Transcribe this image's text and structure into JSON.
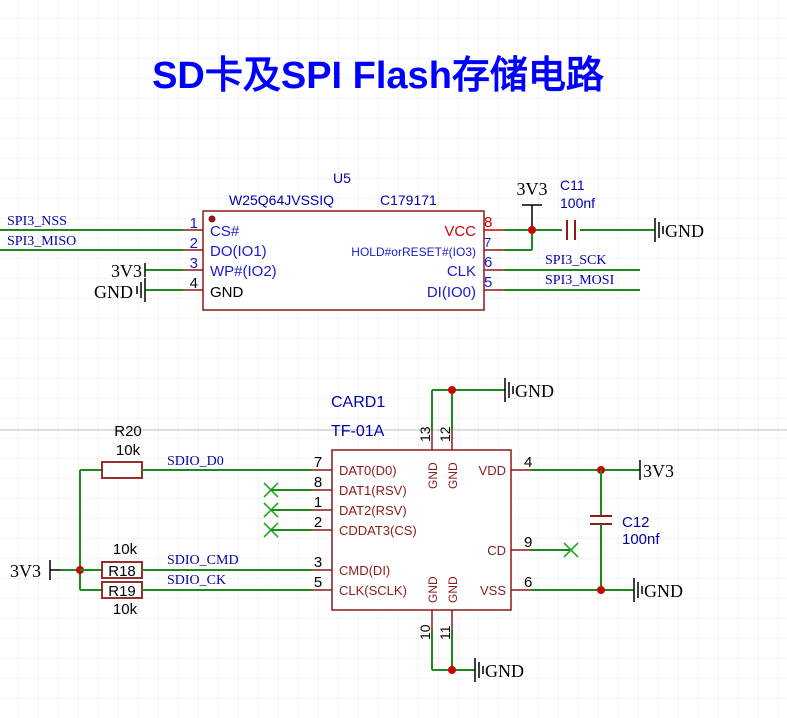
{
  "title": "SD卡及SPI Flash存储电路",
  "flash": {
    "ref": "U5",
    "part": "W25Q64JVSSIQ",
    "lcsc": "C179171",
    "pins": [
      {
        "num": "1",
        "name": "CS#"
      },
      {
        "num": "2",
        "name": "DO(IO1)"
      },
      {
        "num": "3",
        "name": "WP#(IO2)"
      },
      {
        "num": "4",
        "name": "GND"
      },
      {
        "num": "8",
        "name": "VCC"
      },
      {
        "num": "7",
        "name": "HOLD#orRESET#(IO3)"
      },
      {
        "num": "6",
        "name": "CLK"
      },
      {
        "num": "5",
        "name": "DI(IO0)"
      }
    ],
    "nets": {
      "nss": "SPI3_NSS",
      "miso": "SPI3_MISO",
      "sck": "SPI3_SCK",
      "mosi": "SPI3_MOSI",
      "v33": "3V3",
      "gnd": "GND"
    },
    "cap": {
      "ref": "C11",
      "value": "100nf"
    }
  },
  "card": {
    "ref": "CARD1",
    "part": "TF-01A",
    "left_pins": [
      {
        "num": "7",
        "name": "DAT0(D0)"
      },
      {
        "num": "8",
        "name": "DAT1(RSV)"
      },
      {
        "num": "1",
        "name": "DAT2(RSV)"
      },
      {
        "num": "2",
        "name": "CDDAT3(CS)"
      },
      {
        "num": "3",
        "name": "CMD(DI)"
      },
      {
        "num": "5",
        "name": "CLK(SCLK)"
      }
    ],
    "right_pins": [
      {
        "num": "4",
        "name": "VDD"
      },
      {
        "num": "9",
        "name": "CD"
      },
      {
        "num": "6",
        "name": "VSS"
      }
    ],
    "top_pins": [
      "13",
      "12"
    ],
    "bottom_pins": [
      "10",
      "11"
    ],
    "gnd_label": "GND",
    "nets": {
      "d0": "SDIO_D0",
      "cmd": "SDIO_CMD",
      "ck": "SDIO_CK",
      "v33": "3V3",
      "gnd": "GND"
    },
    "resistors": [
      {
        "ref": "R20",
        "value": "10k"
      },
      {
        "ref": "R18",
        "value": "10k"
      },
      {
        "ref": "R19",
        "value": "10k"
      }
    ],
    "cap": {
      "ref": "C12",
      "value": "100nf"
    }
  }
}
